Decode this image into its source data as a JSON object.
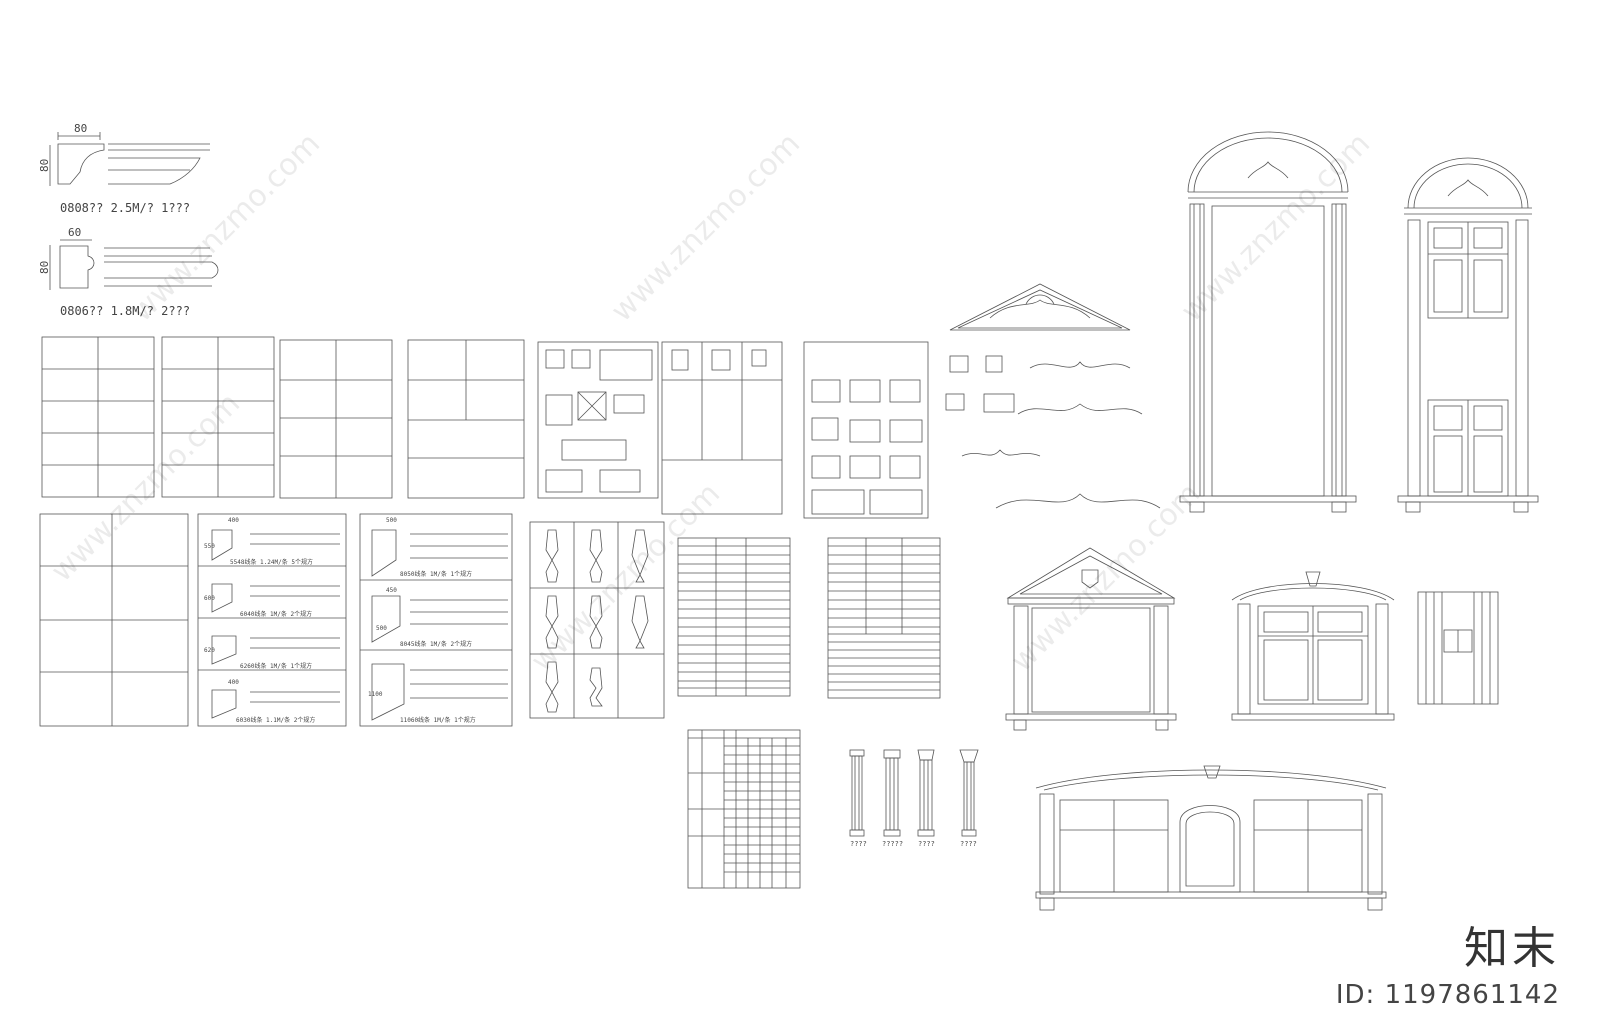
{
  "profiles": {
    "p1_dim_w": "80",
    "p1_dim_h": "80",
    "p1_caption": "0808?? 2.5M/? 1???",
    "p2_dim_w": "60",
    "p2_dim_h": "80",
    "p2_caption": "0806?? 1.8M/? 2???"
  },
  "sheets": {
    "s1_captions": [
      "5548线条 1.24M/条 5个规方",
      "6040线条 1M/条 2个规方",
      "6260线条 1M/条 1个规方",
      "6030线条 1.1M/条 2个规方"
    ],
    "s2_captions": [
      "8050线条 1M/条 1个规方",
      "8045线条 1M/条 2个规方",
      "11060线条 1M/条 1个规方"
    ],
    "dims_a": [
      "400",
      "550",
      "600",
      "620",
      "400"
    ],
    "dims_b": [
      "500",
      "450",
      "500",
      "1100"
    ]
  },
  "column_labels": [
    "????",
    "?????",
    "????",
    "????"
  ],
  "brand": "知末",
  "id_text": "ID: 1197861142",
  "watermark": "www.znzmo.com"
}
